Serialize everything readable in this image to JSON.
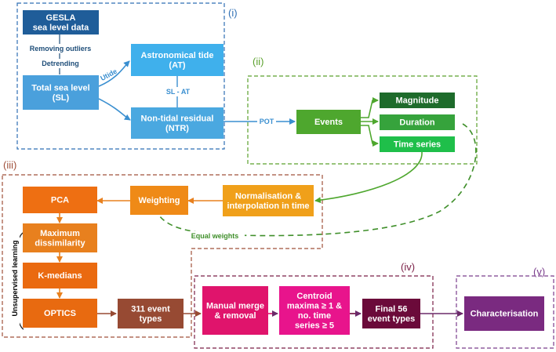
{
  "sections": {
    "s1": {
      "label": "(i)",
      "color": "#2f6fb4"
    },
    "s2": {
      "label": "(ii)",
      "color": "#5aa02c"
    },
    "s3": {
      "label": "(iii)",
      "color": "#a0503a"
    },
    "s4": {
      "label": "(iv)",
      "color": "#7a1f46"
    },
    "s5": {
      "label": "(v)",
      "color": "#7a3d8c"
    }
  },
  "nodes": {
    "gesla": {
      "lines": [
        "GESLA",
        "sea level data"
      ],
      "color": "#1f5d99"
    },
    "sl": {
      "lines": [
        "Total sea level",
        "(SL)"
      ],
      "color": "#4aa0dc"
    },
    "at": {
      "lines": [
        "Astronomical tide",
        "(AT)"
      ],
      "color": "#3fb0ec"
    },
    "ntr": {
      "lines": [
        "Non-tidal residual",
        "(NTR)"
      ],
      "color": "#4aa8e0"
    },
    "events": {
      "lines": [
        "Events"
      ],
      "color": "#4ea72e"
    },
    "magnitude": {
      "lines": [
        "Magnitude"
      ],
      "color": "#1e6b2b"
    },
    "duration": {
      "lines": [
        "Duration"
      ],
      "color": "#36a33c"
    },
    "timeseries": {
      "lines": [
        "Time series"
      ],
      "color": "#1fbf4a"
    },
    "normalisation": {
      "lines": [
        "Normalisation &",
        "interpolation in time"
      ],
      "color": "#f0a01a"
    },
    "weighting": {
      "lines": [
        "Weighting"
      ],
      "color": "#ef8a17"
    },
    "pca": {
      "lines": [
        "PCA"
      ],
      "color": "#ee6f12"
    },
    "maxdis": {
      "lines": [
        "Maximum",
        "dissimilarity"
      ],
      "color": "#e8801e"
    },
    "kmedians": {
      "lines": [
        "K-medians"
      ],
      "color": "#ea6a10"
    },
    "optics": {
      "lines": [
        "OPTICS"
      ],
      "color": "#e86a10"
    },
    "types311": {
      "lines": [
        "311 event",
        "types"
      ],
      "color": "#974a33"
    },
    "manual": {
      "lines": [
        "Manual merge",
        "& removal"
      ],
      "color": "#e0146c"
    },
    "centroid": {
      "lines": [
        "Centroid",
        "maxima ≥ 1 &",
        "no. time",
        "series ≥ 5"
      ],
      "color": "#e8148c"
    },
    "final56": {
      "lines": [
        "Final 56",
        "event types"
      ],
      "color": "#6b0a3a"
    },
    "characterisation": {
      "lines": [
        "Characterisation"
      ],
      "color": "#7a2a80"
    }
  },
  "edge_labels": {
    "removing": {
      "text": "Removing outliers",
      "color": "#1f4e79"
    },
    "detrending": {
      "text": "Detrending",
      "color": "#1f4e79"
    },
    "utide": {
      "text": "Utide",
      "color": "#3a8fd0"
    },
    "slat": {
      "text": "SL - AT",
      "color": "#3a8fd0"
    },
    "pot": {
      "text": "POT",
      "color": "#3a8fd0"
    },
    "equal": {
      "text": "Equal weights",
      "color": "#3f8f2a"
    }
  },
  "side_label": {
    "text": "Unsupervised learning"
  }
}
